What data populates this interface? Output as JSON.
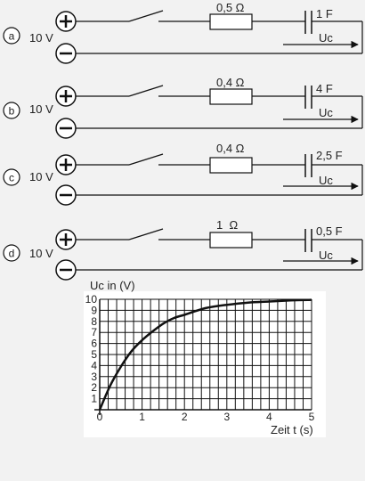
{
  "colors": {
    "background": "#f2f2f2",
    "ink": "#111111",
    "panel": "#ffffff"
  },
  "circuits": [
    {
      "letter": "a",
      "voltage": "10 V",
      "resistance": "0,5 Ω",
      "capacitance": "1 F",
      "uc_label": "Uc",
      "plus": "+",
      "minus": "−"
    },
    {
      "letter": "b",
      "voltage": "10 V",
      "resistance": "0,4 Ω",
      "capacitance": "4 F",
      "uc_label": "Uc",
      "plus": "+",
      "minus": "−"
    },
    {
      "letter": "c",
      "voltage": "10 V",
      "resistance": "0,4 Ω",
      "capacitance": "2,5 F",
      "uc_label": "Uc",
      "plus": "+",
      "minus": "−"
    },
    {
      "letter": "d",
      "voltage": "10 V",
      "resistance": "1  Ω",
      "capacitance": "0,5 F",
      "uc_label": "Uc",
      "plus": "+",
      "minus": "−"
    }
  ],
  "chart_data": {
    "type": "line",
    "ylabel": "Uc in (V)",
    "xlabel": "Zeit t (s)",
    "xlim": [
      0,
      5
    ],
    "ylim": [
      0,
      10
    ],
    "x_ticks": [
      "0",
      "1",
      "2",
      "3",
      "4",
      "5"
    ],
    "y_ticks": [
      "1",
      "2",
      "3",
      "4",
      "5",
      "6",
      "7",
      "8",
      "9",
      "10"
    ],
    "grid": true,
    "series": [
      {
        "x": [
          0,
          0.25,
          0.5,
          0.75,
          1,
          1.25,
          1.5,
          1.75,
          2,
          2.5,
          3,
          3.5,
          4,
          4.5,
          5
        ],
        "y": [
          0,
          2.2,
          3.9,
          5.3,
          6.3,
          7.1,
          7.8,
          8.3,
          8.6,
          9.2,
          9.5,
          9.7,
          9.8,
          9.9,
          9.95
        ]
      }
    ]
  }
}
